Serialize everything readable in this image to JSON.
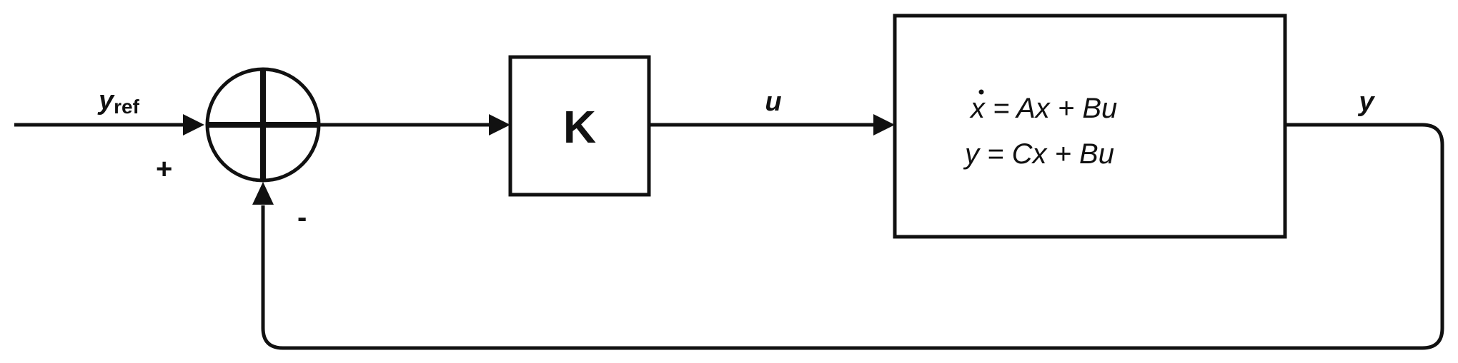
{
  "signals": {
    "reference": "y",
    "reference_sub": "ref",
    "control": "u",
    "output": "y"
  },
  "summing_junction": {
    "plus_sign": "+",
    "minus_sign": "-"
  },
  "controller": {
    "label": "K"
  },
  "plant": {
    "state_equation_lhs": "x",
    "state_equation_rhs": " = Ax + Bu",
    "output_equation": "y = Cx + Bu"
  }
}
